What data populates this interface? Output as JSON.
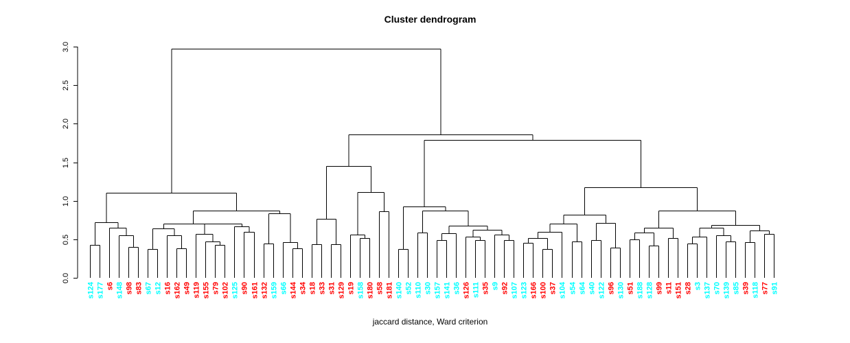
{
  "chart_data": {
    "type": "dendrogram",
    "title": "Cluster dendrogram",
    "xlabel": "jaccard distance, Ward criterion",
    "ylabel": "",
    "ylim": [
      0,
      3
    ],
    "yticks": [
      "0.0",
      "0.5",
      "1.0",
      "1.5",
      "2.0",
      "2.5",
      "3.0"
    ],
    "grid": false,
    "line_color": "#000000",
    "palette": {
      "red": "#FF0000",
      "cyan": "#00FFFF"
    },
    "leaf_count": 72,
    "leaves": [
      {
        "label": "s124",
        "color": "cyan"
      },
      {
        "label": "s177",
        "color": "cyan"
      },
      {
        "label": "s6",
        "color": "red"
      },
      {
        "label": "s148",
        "color": "cyan"
      },
      {
        "label": "s98",
        "color": "red"
      },
      {
        "label": "s83",
        "color": "red"
      },
      {
        "label": "s67",
        "color": "cyan"
      },
      {
        "label": "s12",
        "color": "cyan"
      },
      {
        "label": "s16",
        "color": "red"
      },
      {
        "label": "s162",
        "color": "red"
      },
      {
        "label": "s49",
        "color": "red"
      },
      {
        "label": "s119",
        "color": "red"
      },
      {
        "label": "s155",
        "color": "red"
      },
      {
        "label": "s79",
        "color": "red"
      },
      {
        "label": "s102",
        "color": "red"
      },
      {
        "label": "s125",
        "color": "cyan"
      },
      {
        "label": "s90",
        "color": "red"
      },
      {
        "label": "s161",
        "color": "red"
      },
      {
        "label": "s132",
        "color": "red"
      },
      {
        "label": "s159",
        "color": "cyan"
      },
      {
        "label": "s66",
        "color": "cyan"
      },
      {
        "label": "s144",
        "color": "red"
      },
      {
        "label": "s34",
        "color": "red"
      },
      {
        "label": "s18",
        "color": "red"
      },
      {
        "label": "s33",
        "color": "red"
      },
      {
        "label": "s31",
        "color": "red"
      },
      {
        "label": "s129",
        "color": "red"
      },
      {
        "label": "s19",
        "color": "red"
      },
      {
        "label": "s158",
        "color": "cyan"
      },
      {
        "label": "s180",
        "color": "red"
      },
      {
        "label": "s58",
        "color": "red"
      },
      {
        "label": "s181",
        "color": "red"
      },
      {
        "label": "s140",
        "color": "cyan"
      },
      {
        "label": "s52",
        "color": "cyan"
      },
      {
        "label": "s110",
        "color": "cyan"
      },
      {
        "label": "s30",
        "color": "cyan"
      },
      {
        "label": "s157",
        "color": "cyan"
      },
      {
        "label": "s141",
        "color": "cyan"
      },
      {
        "label": "s36",
        "color": "cyan"
      },
      {
        "label": "s126",
        "color": "red"
      },
      {
        "label": "s111",
        "color": "cyan"
      },
      {
        "label": "s35",
        "color": "red"
      },
      {
        "label": "s9",
        "color": "cyan"
      },
      {
        "label": "s92",
        "color": "red"
      },
      {
        "label": "s107",
        "color": "cyan"
      },
      {
        "label": "s123",
        "color": "cyan"
      },
      {
        "label": "s166",
        "color": "red"
      },
      {
        "label": "s100",
        "color": "red"
      },
      {
        "label": "s37",
        "color": "red"
      },
      {
        "label": "s104",
        "color": "cyan"
      },
      {
        "label": "s54",
        "color": "cyan"
      },
      {
        "label": "s64",
        "color": "cyan"
      },
      {
        "label": "s40",
        "color": "cyan"
      },
      {
        "label": "s122",
        "color": "cyan"
      },
      {
        "label": "s96",
        "color": "red"
      },
      {
        "label": "s130",
        "color": "cyan"
      },
      {
        "label": "s51",
        "color": "red"
      },
      {
        "label": "s188",
        "color": "cyan"
      },
      {
        "label": "s128",
        "color": "cyan"
      },
      {
        "label": "s99",
        "color": "red"
      },
      {
        "label": "s11",
        "color": "red"
      },
      {
        "label": "s151",
        "color": "red"
      },
      {
        "label": "s28",
        "color": "red"
      },
      {
        "label": "s3",
        "color": "cyan"
      },
      {
        "label": "s137",
        "color": "cyan"
      },
      {
        "label": "s70",
        "color": "cyan"
      },
      {
        "label": "s139",
        "color": "cyan"
      },
      {
        "label": "s85",
        "color": "cyan"
      },
      {
        "label": "s39",
        "color": "red"
      },
      {
        "label": "s118",
        "color": "cyan"
      },
      {
        "label": "s77",
        "color": "red"
      },
      {
        "label": "s91",
        "color": "cyan"
      }
    ],
    "tree": {
      "h": 2.97,
      "c": [
        {
          "h": 1.1,
          "c": [
            {
              "h": 0.72,
              "c": [
                {
                  "h": 0.427,
                  "c": [
                    "s124",
                    "s177"
                  ]
                },
                {
                  "h": 0.647,
                  "c": [
                    "s6",
                    {
                      "h": 0.55,
                      "c": [
                        "s148",
                        {
                          "h": 0.4,
                          "c": [
                            "s98",
                            "s83"
                          ]
                        }
                      ]
                    }
                  ]
                }
              ]
            },
            {
              "h": 0.875,
              "c": [
                {
                  "h": 0.706,
                  "c": [
                    {
                      "h": 0.638,
                      "c": [
                        {
                          "h": 0.371,
                          "c": [
                            "s67",
                            "s12"
                          ]
                        },
                        {
                          "h": 0.555,
                          "c": [
                            "s16",
                            {
                              "h": 0.386,
                              "c": [
                                "s162",
                                "s49"
                              ]
                            }
                          ]
                        }
                      ]
                    },
                    {
                      "h": 0.7,
                      "c": [
                        {
                          "h": 0.57,
                          "c": [
                            "s119",
                            {
                              "h": 0.475,
                              "c": [
                                "s155",
                                {
                                  "h": 0.43,
                                  "c": [
                                    "s79",
                                    "s102"
                                  ]
                                }
                              ]
                            }
                          ]
                        },
                        {
                          "h": 0.67,
                          "c": [
                            "s125",
                            {
                              "h": 0.6,
                              "c": [
                                "s90",
                                "s161"
                              ]
                            }
                          ]
                        }
                      ]
                    }
                  ]
                },
                {
                  "h": 0.84,
                  "c": [
                    {
                      "h": 0.445,
                      "c": [
                        "s132",
                        "s159"
                      ]
                    },
                    {
                      "h": 0.466,
                      "c": [
                        "s66",
                        {
                          "h": 0.38,
                          "c": [
                            "s144",
                            "s34"
                          ]
                        }
                      ]
                    }
                  ]
                }
              ]
            }
          ]
        },
        {
          "h": 1.86,
          "c": [
            {
              "h": 1.45,
              "c": [
                {
                  "h": 0.77,
                  "c": [
                    {
                      "h": 0.436,
                      "c": [
                        "s18",
                        "s33"
                      ]
                    },
                    {
                      "h": 0.436,
                      "c": [
                        "s31",
                        "s129"
                      ]
                    }
                  ]
                },
                {
                  "h": 1.11,
                  "c": [
                    {
                      "h": 0.565,
                      "c": [
                        "s19",
                        {
                          "h": 0.52,
                          "c": [
                            "s158",
                            "s180"
                          ]
                        }
                      ]
                    },
                    {
                      "h": 0.86,
                      "c": [
                        "s58",
                        "s181"
                      ]
                    }
                  ]
                }
              ]
            },
            {
              "h": 1.79,
              "c": [
                {
                  "h": 0.926,
                  "c": [
                    {
                      "h": 0.377,
                      "c": [
                        "s140",
                        "s52"
                      ]
                    },
                    {
                      "h": 0.875,
                      "c": [
                        {
                          "h": 0.59,
                          "c": [
                            "s110",
                            "s30"
                          ]
                        },
                        {
                          "h": 0.68,
                          "c": [
                            {
                              "h": 0.575,
                              "c": [
                                {
                                  "h": 0.49,
                                  "c": [
                                    "s157",
                                    "s141"
                                  ]
                                },
                                "s36"
                              ]
                            },
                            {
                              "h": 0.625,
                              "c": [
                                {
                                  "h": 0.53,
                                  "c": [
                                    "s126",
                                    {
                                      "h": 0.49,
                                      "c": [
                                        "s111",
                                        "s35"
                                      ]
                                    }
                                  ]
                                },
                                {
                                  "h": 0.56,
                                  "c": [
                                    "s9",
                                    {
                                      "h": 0.49,
                                      "c": [
                                        "s92",
                                        "s107"
                                      ]
                                    }
                                  ]
                                }
                              ]
                            }
                          ]
                        }
                      ]
                    }
                  ]
                },
                {
                  "h": 1.175,
                  "c": [
                    {
                      "h": 0.82,
                      "c": [
                        {
                          "h": 0.7,
                          "c": [
                            {
                              "h": 0.6,
                              "c": [
                                {
                                  "h": 0.52,
                                  "c": [
                                    {
                                      "h": 0.45,
                                      "c": [
                                        "s123",
                                        "s166"
                                      ]
                                    },
                                    {
                                      "h": 0.37,
                                      "c": [
                                        "s100",
                                        "s37"
                                      ]
                                    }
                                  ]
                                },
                                "s104"
                              ]
                            },
                            {
                              "h": 0.475,
                              "c": [
                                "s54",
                                "s64"
                              ]
                            }
                          ]
                        },
                        {
                          "h": 0.71,
                          "c": [
                            {
                              "h": 0.49,
                              "c": [
                                "s40",
                                "s122"
                              ]
                            },
                            {
                              "h": 0.39,
                              "c": [
                                "s96",
                                "s130"
                              ]
                            }
                          ]
                        }
                      ]
                    },
                    {
                      "h": 0.875,
                      "c": [
                        {
                          "h": 0.65,
                          "c": [
                            {
                              "h": 0.59,
                              "c": [
                                {
                                  "h": 0.5,
                                  "c": [
                                    "s51",
                                    "s188"
                                  ]
                                },
                                {
                                  "h": 0.42,
                                  "c": [
                                    "s128",
                                    "s99"
                                  ]
                                }
                              ]
                            },
                            {
                              "h": 0.52,
                              "c": [
                                "s11",
                                "s151"
                              ]
                            }
                          ]
                        },
                        {
                          "h": 0.688,
                          "c": [
                            {
                              "h": 0.65,
                              "c": [
                                {
                                  "h": 0.53,
                                  "c": [
                                    {
                                      "h": 0.445,
                                      "c": [
                                        "s28",
                                        "s3"
                                      ]
                                    },
                                    "s137"
                                  ]
                                },
                                {
                                  "h": 0.55,
                                  "c": [
                                    "s70",
                                    {
                                      "h": 0.47,
                                      "c": [
                                        "s139",
                                        "s85"
                                      ]
                                    }
                                  ]
                                }
                              ]
                            },
                            {
                              "h": 0.61,
                              "c": [
                                {
                                  "h": 0.466,
                                  "c": [
                                    "s39",
                                    "s118"
                                  ]
                                },
                                {
                                  "h": 0.57,
                                  "c": [
                                    "s77",
                                    "s91"
                                  ]
                                }
                              ]
                            }
                          ]
                        }
                      ]
                    }
                  ]
                }
              ]
            }
          ]
        }
      ]
    }
  }
}
